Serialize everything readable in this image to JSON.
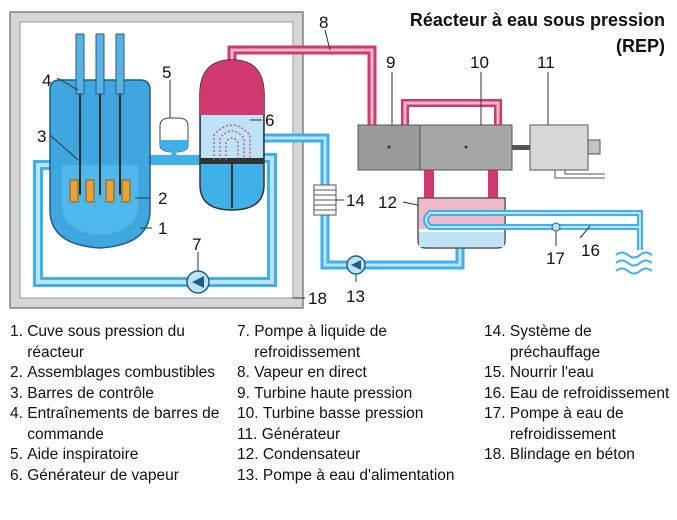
{
  "title": {
    "line1": "Réacteur à eau sous pression",
    "line2": "(REP)"
  },
  "callouts": [
    "1",
    "2",
    "3",
    "4",
    "5",
    "6",
    "7",
    "8",
    "9",
    "10",
    "11",
    "12",
    "13",
    "14",
    "16",
    "17",
    "18"
  ],
  "legend": {
    "col1": [
      {
        "n": "1. ",
        "t": "Cuve sous pression du réacteur"
      },
      {
        "n": "2. ",
        "t": "Assemblages combustibles"
      },
      {
        "n": "3. ",
        "t": "Barres de contrôle"
      },
      {
        "n": "4. ",
        "t": "Entraînements de barres de commande"
      },
      {
        "n": "5. ",
        "t": "Aide inspiratoire"
      },
      {
        "n": "6. ",
        "t": "Générateur de vapeur"
      }
    ],
    "col2": [
      {
        "n": "7. ",
        "t": "Pompe à liquide de refroidissement"
      },
      {
        "n": "8. ",
        "t": "Vapeur en direct"
      },
      {
        "n": "9. ",
        "t": "Turbine haute pression"
      },
      {
        "n": "10. ",
        "t": "Turbine basse pression"
      },
      {
        "n": "11. ",
        "t": "Générateur"
      },
      {
        "n": "12. ",
        "t": "Condensateur"
      },
      {
        "n": "13. ",
        "t": "Pompe à eau d'alimentation"
      }
    ],
    "col3": [
      {
        "n": "14. ",
        "t": "Système de préchauffage"
      },
      {
        "n": "15. ",
        "t": "Nourrir l'eau"
      },
      {
        "n": "16. ",
        "t": "Eau de refroidissement"
      },
      {
        "n": "17. ",
        "t": "Pompe à eau de refroidissement"
      },
      {
        "n": "18. ",
        "t": "Blindage en béton"
      }
    ]
  },
  "colors": {
    "water": "#3fb1e8",
    "water_light": "#bfe3f6",
    "steam": "#d13a6e",
    "steam_light": "#f0b8cb",
    "turbine": "#9a9a9a",
    "fuel": "#e8a23a",
    "shield": "#d9d9d9"
  }
}
